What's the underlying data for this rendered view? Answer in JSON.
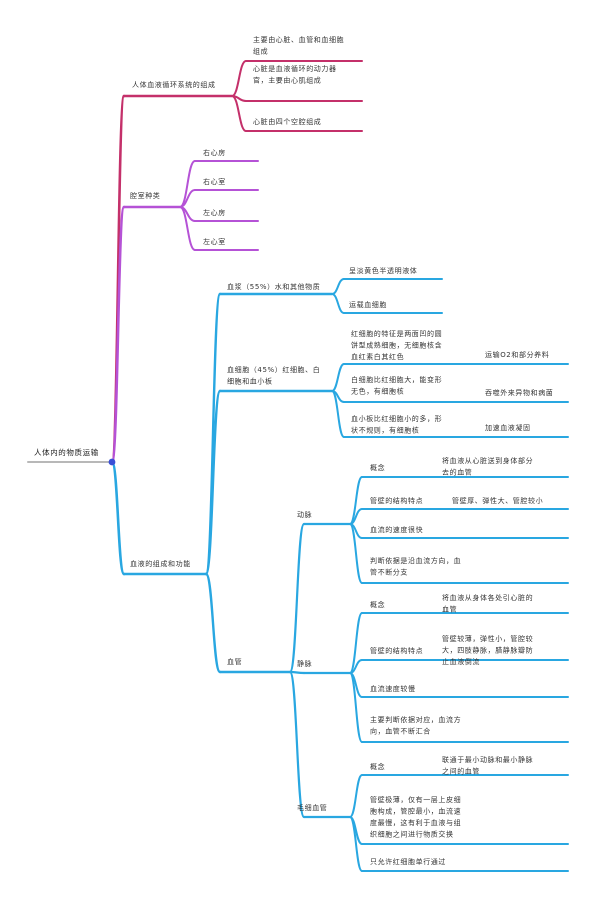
{
  "colors": {
    "root": "#b8b8b8",
    "node": "#3a4fd6",
    "branch_1": "#c4306a",
    "branch_2": "#b552d6",
    "branch_3": "#29a7e1"
  },
  "root": {
    "label": "人体内的物质运输"
  },
  "branches": [
    {
      "id": "b1",
      "label": "人体血液循环系统的组成",
      "children": [
        {
          "id": "b1c1",
          "lines": [
            "主要由心脏、血管和血细胞",
            "组成"
          ]
        },
        {
          "id": "b1c2",
          "lines": [
            "心脏是血液循环的动力器",
            "官，主要由心肌组成"
          ]
        },
        {
          "id": "b1c3",
          "lines": [
            "心脏由四个空腔组成"
          ]
        }
      ]
    },
    {
      "id": "b2",
      "label": "腔室种类",
      "children": [
        {
          "id": "b2c1",
          "lines": [
            "右心房"
          ]
        },
        {
          "id": "b2c2",
          "lines": [
            "右心室"
          ]
        },
        {
          "id": "b2c3",
          "lines": [
            "左心房"
          ]
        },
        {
          "id": "b2c4",
          "lines": [
            "左心室"
          ]
        }
      ]
    },
    {
      "id": "b3",
      "label": "血液的组成和功能",
      "children": [
        {
          "id": "plasma",
          "lines": [
            "血浆（55%）水和其他物质"
          ],
          "children": [
            {
              "id": "pl1",
              "lines": [
                "呈淡黄色半透明液体"
              ]
            },
            {
              "id": "pl2",
              "lines": [
                "运载血细胞"
              ]
            }
          ]
        },
        {
          "id": "cells",
          "lines": [
            "血细胞（45%）红细胞、白",
            "细胞和血小板"
          ],
          "children": [
            {
              "id": "rbc",
              "lines": [
                "红细胞的特征是两面凹的圆",
                "饼型成熟细胞，无细胞核含",
                "血红素白其红色"
              ],
              "note": "运输O2和部分养料"
            },
            {
              "id": "wbc",
              "lines": [
                "白细胞比红细胞大，能变形",
                "无色，有细胞核"
              ],
              "note": "吞噬外来异物和病菌"
            },
            {
              "id": "plt",
              "lines": [
                "血小板比红细胞小的多，形",
                "状不规则，有细胞核"
              ],
              "note": "加速血液凝固"
            }
          ]
        },
        {
          "id": "vessels",
          "lines": [
            "血管"
          ],
          "children": [
            {
              "id": "artery",
              "lines": [
                "动脉"
              ],
              "children": [
                {
                  "id": "a1",
                  "lines": [
                    "概念"
                  ],
                  "note_lines": [
                    "将血液从心脏送到身体部分",
                    "去的血管"
                  ]
                },
                {
                  "id": "a2",
                  "lines": [
                    "管壁的结构特点"
                  ],
                  "note_lines": [
                    "管壁厚、弹性大、管腔较小"
                  ]
                },
                {
                  "id": "a3",
                  "lines": [
                    "血流的速度很快"
                  ]
                },
                {
                  "id": "a4",
                  "lines": [
                    "判断依据是沿血流方向，血",
                    "管不断分支"
                  ]
                }
              ]
            },
            {
              "id": "vein",
              "lines": [
                "静脉"
              ],
              "children": [
                {
                  "id": "v1",
                  "lines": [
                    "概念"
                  ],
                  "note_lines": [
                    "将血液从身体各处引心脏的",
                    "血管"
                  ]
                },
                {
                  "id": "v2",
                  "lines": [
                    "管壁的结构特点"
                  ],
                  "note_lines": [
                    "管壁较薄，弹性小，管腔较",
                    "大，四肢静脉，腊静脉瓣防",
                    "止血液倒流"
                  ]
                },
                {
                  "id": "v3",
                  "lines": [
                    "血流速度较慢"
                  ]
                },
                {
                  "id": "v4",
                  "lines": [
                    "主要判断依据对应，血流方",
                    "向，血管不断汇合"
                  ]
                }
              ]
            },
            {
              "id": "capillary",
              "lines": [
                "毛细血管"
              ],
              "children": [
                {
                  "id": "c1",
                  "lines": [
                    "概念"
                  ],
                  "note_lines": [
                    "联通于最小动脉和最小静脉",
                    "之间的血管"
                  ]
                },
                {
                  "id": "c2",
                  "lines": [
                    "管壁极薄，仅有一层上皮细",
                    "胞构成，管腔最小，血流速",
                    "度最慢，这有利于血液与组",
                    "织细胞之间进行物质交换"
                  ]
                },
                {
                  "id": "c3",
                  "lines": [
                    "只允许红细胞单行通过"
                  ]
                }
              ]
            }
          ]
        }
      ]
    }
  ]
}
